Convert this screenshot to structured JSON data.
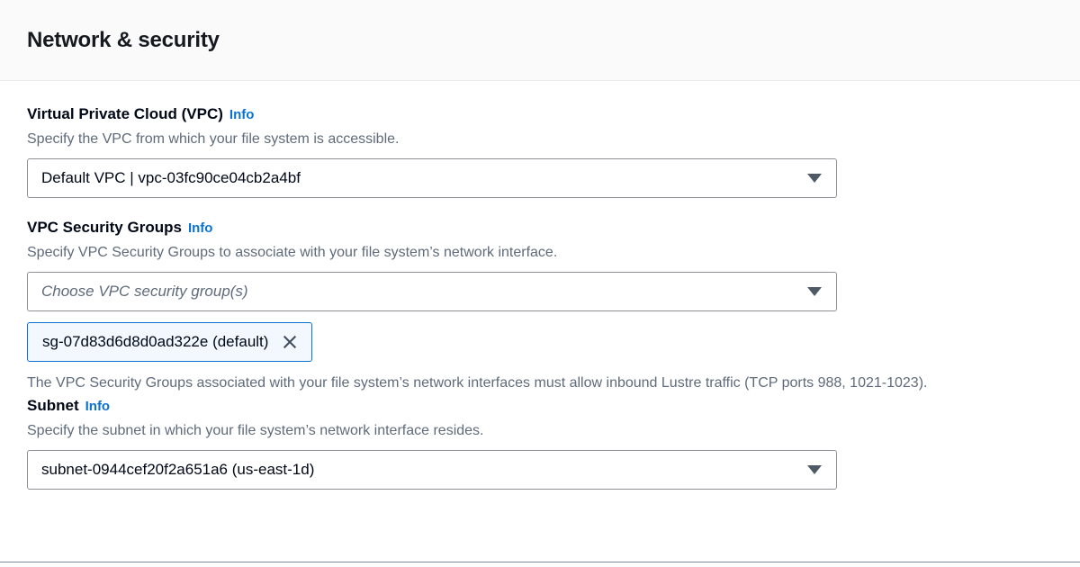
{
  "header": {
    "title": "Network & security"
  },
  "info_label": "Info",
  "fields": {
    "vpc": {
      "label": "Virtual Private Cloud (VPC)",
      "description": "Specify the VPC from which your file system is accessible.",
      "selected_value": "Default VPC | vpc-03fc90ce04cb2a4bf"
    },
    "security_groups": {
      "label": "VPC Security Groups",
      "description": "Specify VPC Security Groups to associate with your file system’s network interface.",
      "placeholder": "Choose VPC security group(s)",
      "tokens": [
        "sg-07d83d6d8d0ad322e (default)"
      ],
      "constraint": "The VPC Security Groups associated with your file system’s network interfaces must allow inbound Lustre traffic (TCP ports 988, 1021-1023)."
    },
    "subnet": {
      "label": "Subnet",
      "description": "Specify the subnet in which your file system’s network interface resides.",
      "selected_value": "subnet-0944cef20f2a651a6 (us-east-1d)"
    }
  },
  "colors": {
    "link": "#0972d3",
    "text": "#000716",
    "secondary_text": "#5f6b7a",
    "border": "#8c8f94",
    "token_background": "#f2f8fd",
    "header_background": "#fafafa"
  }
}
